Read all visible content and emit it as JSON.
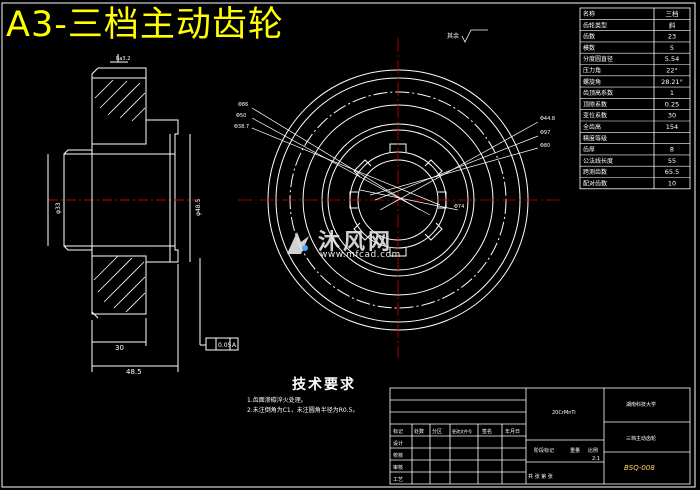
{
  "title": "A3-三档主动齿轮",
  "surface_finish_label": "其余",
  "dimensions": {
    "dia_left_bore": "φ33",
    "dia_right_bore": "φ48.5",
    "width_30": "30",
    "width_48_5": "48.5",
    "roughness_small": "Ra3.2",
    "tolerance_frame": [
      "0.05",
      "A"
    ]
  },
  "callouts": [
    "Φ86",
    "Φ50",
    "Φ38.7",
    "Φ44.8",
    "Φ97",
    "Φ80",
    "Φ74"
  ],
  "technical_requirements": {
    "title": "技术要求",
    "items": [
      "1.齿面渗碳淬火处理。",
      "2.未注倒角为C1，未注圆角半径为R0.5。"
    ]
  },
  "param_table": {
    "rows": [
      [
        "名称",
        "三档"
      ],
      [
        "齿轮类型",
        "斜"
      ],
      [
        "齿数",
        "23"
      ],
      [
        "模数",
        "5"
      ],
      [
        "分度圆直径",
        "5.54"
      ],
      [
        "压力角",
        "22°"
      ],
      [
        "螺旋角",
        "28.21°"
      ],
      [
        "齿顶高系数",
        "1"
      ],
      [
        "顶隙系数",
        "0.25"
      ],
      [
        "变位系数",
        "30"
      ],
      [
        "全齿高",
        "154"
      ],
      [
        "精度等级",
        ""
      ],
      [
        "齿厚",
        "8"
      ],
      [
        "公法线长度",
        "55"
      ],
      [
        "跨测齿数",
        "65.5"
      ],
      [
        "配对齿数",
        "10"
      ]
    ]
  },
  "title_block": {
    "material": "20CrMnTi",
    "school": "湖南科技大学",
    "part_name": "三档主动齿轮",
    "scale": "2:1",
    "drawing_no": "BSQ-008",
    "left_labels": [
      "标记",
      "处数",
      "分区",
      "更改文件号",
      "签名",
      "年月日"
    ],
    "rows_left": [
      "设计",
      "校核",
      "审核",
      "工艺"
    ],
    "stage_label": "阶段标记",
    "weight_label": "重量",
    "ratio_label": "比例",
    "sheet_label": "共 张 第 张"
  },
  "watermark": {
    "text": "沐风网",
    "url": "www.mfcad.com"
  }
}
